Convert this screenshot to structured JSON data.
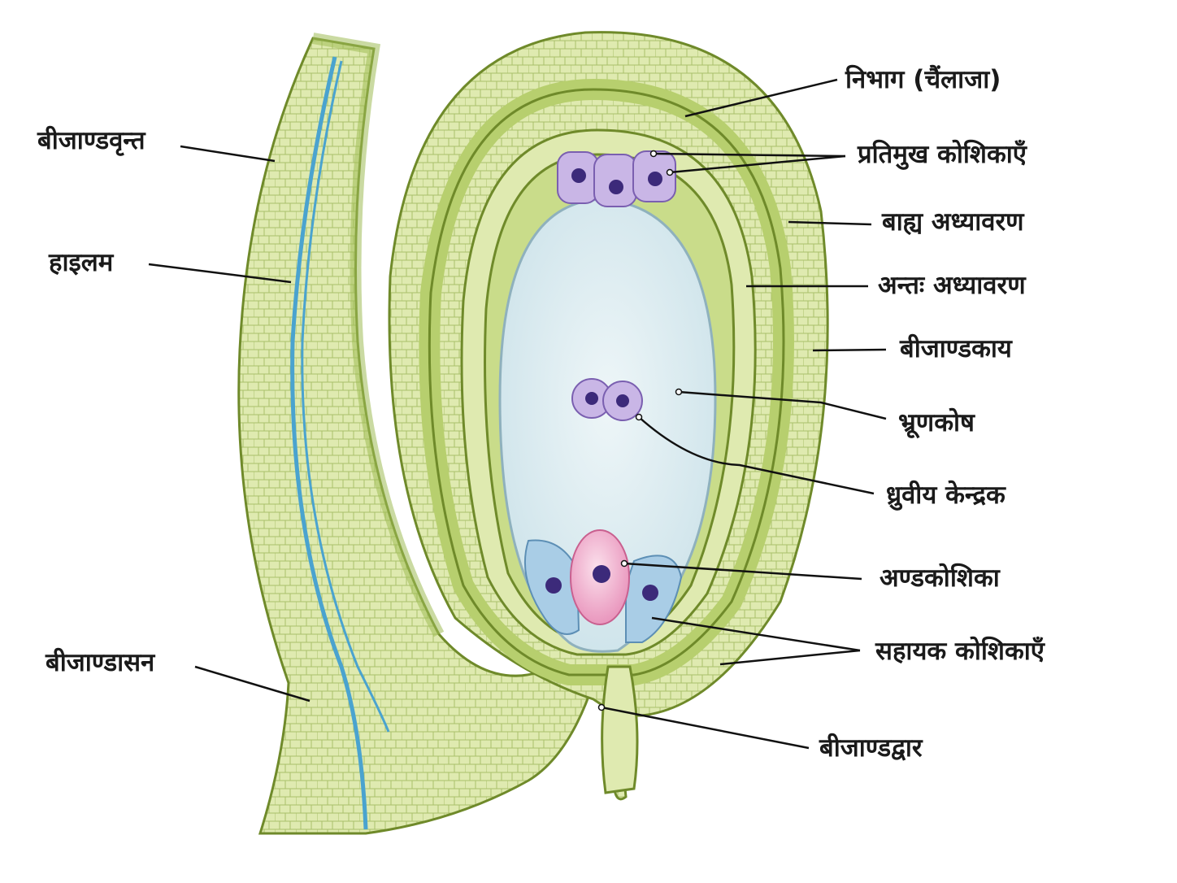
{
  "labels": {
    "funicle": "बीजाण्डवृन्त",
    "xylem": "हाइलम",
    "hilum": "बीजाण्डासन",
    "chalaza": "निभाग (चैंलाजा)",
    "antipodals": "प्रतिमुख कोशिकाएँ",
    "outer_integument": "बाह्य अध्यावरण",
    "inner_integument": "अन्तः अध्यावरण",
    "nucellus": "बीजाण्डकाय",
    "embryo_sac": "भ्रूणकोष",
    "polar_nuclei": "ध्रुवीय केन्द्रक",
    "egg_cell": "अण्डकोशिका",
    "synergids": "सहायक कोशिकाएँ",
    "micropyle": "बीजाण्डद्वार"
  },
  "colors": {
    "tissue_light": "#dfeab0",
    "tissue_mid": "#c9dc8a",
    "tissue_outline": "#6f8a2a",
    "integument_band": "#b7cf6e",
    "embryo_sac": "#dcecf1",
    "antipodal": "#c9b6e6",
    "nucleus": "#3c2a7a",
    "egg_cell": "#f2b8d2",
    "synergid": "#a9cde6",
    "xylem": "#4aa3cf"
  }
}
